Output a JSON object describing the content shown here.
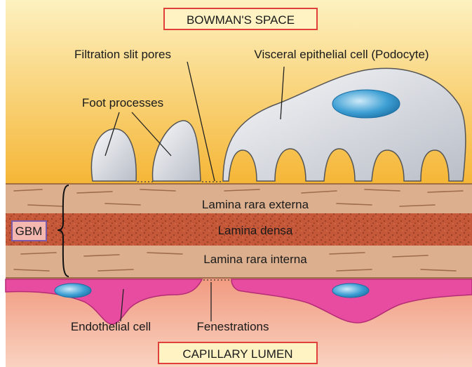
{
  "labels": {
    "top_box": "BOWMAN'S SPACE",
    "bottom_box": "CAPILLARY LUMEN",
    "filtration_slit_pores": "Filtration slit pores",
    "podocyte": "Visceral epithelial cell (Podocyte)",
    "foot_processes": "Foot processes",
    "gbm": "GBM",
    "lamina_rara_externa": "Lamina rara externa",
    "lamina_densa": "Lamina densa",
    "lamina_rara_interna": "Lamina rara interna",
    "endothelial_cell": "Endothelial cell",
    "fenestrations": "Fenestrations"
  },
  "colors": {
    "bowman_space_top": "#fde9a0",
    "bowman_space_bottom": "#f6b73a",
    "lamina_rara": "#d9ad8f",
    "lamina_densa": "#c4553a",
    "capillary_top": "#f3aa90",
    "capillary_bottom": "#f7c7b2",
    "endothelium": "#e84aa0",
    "podocyte": "#e2e5ea",
    "nucleus": "#2f92c9"
  }
}
